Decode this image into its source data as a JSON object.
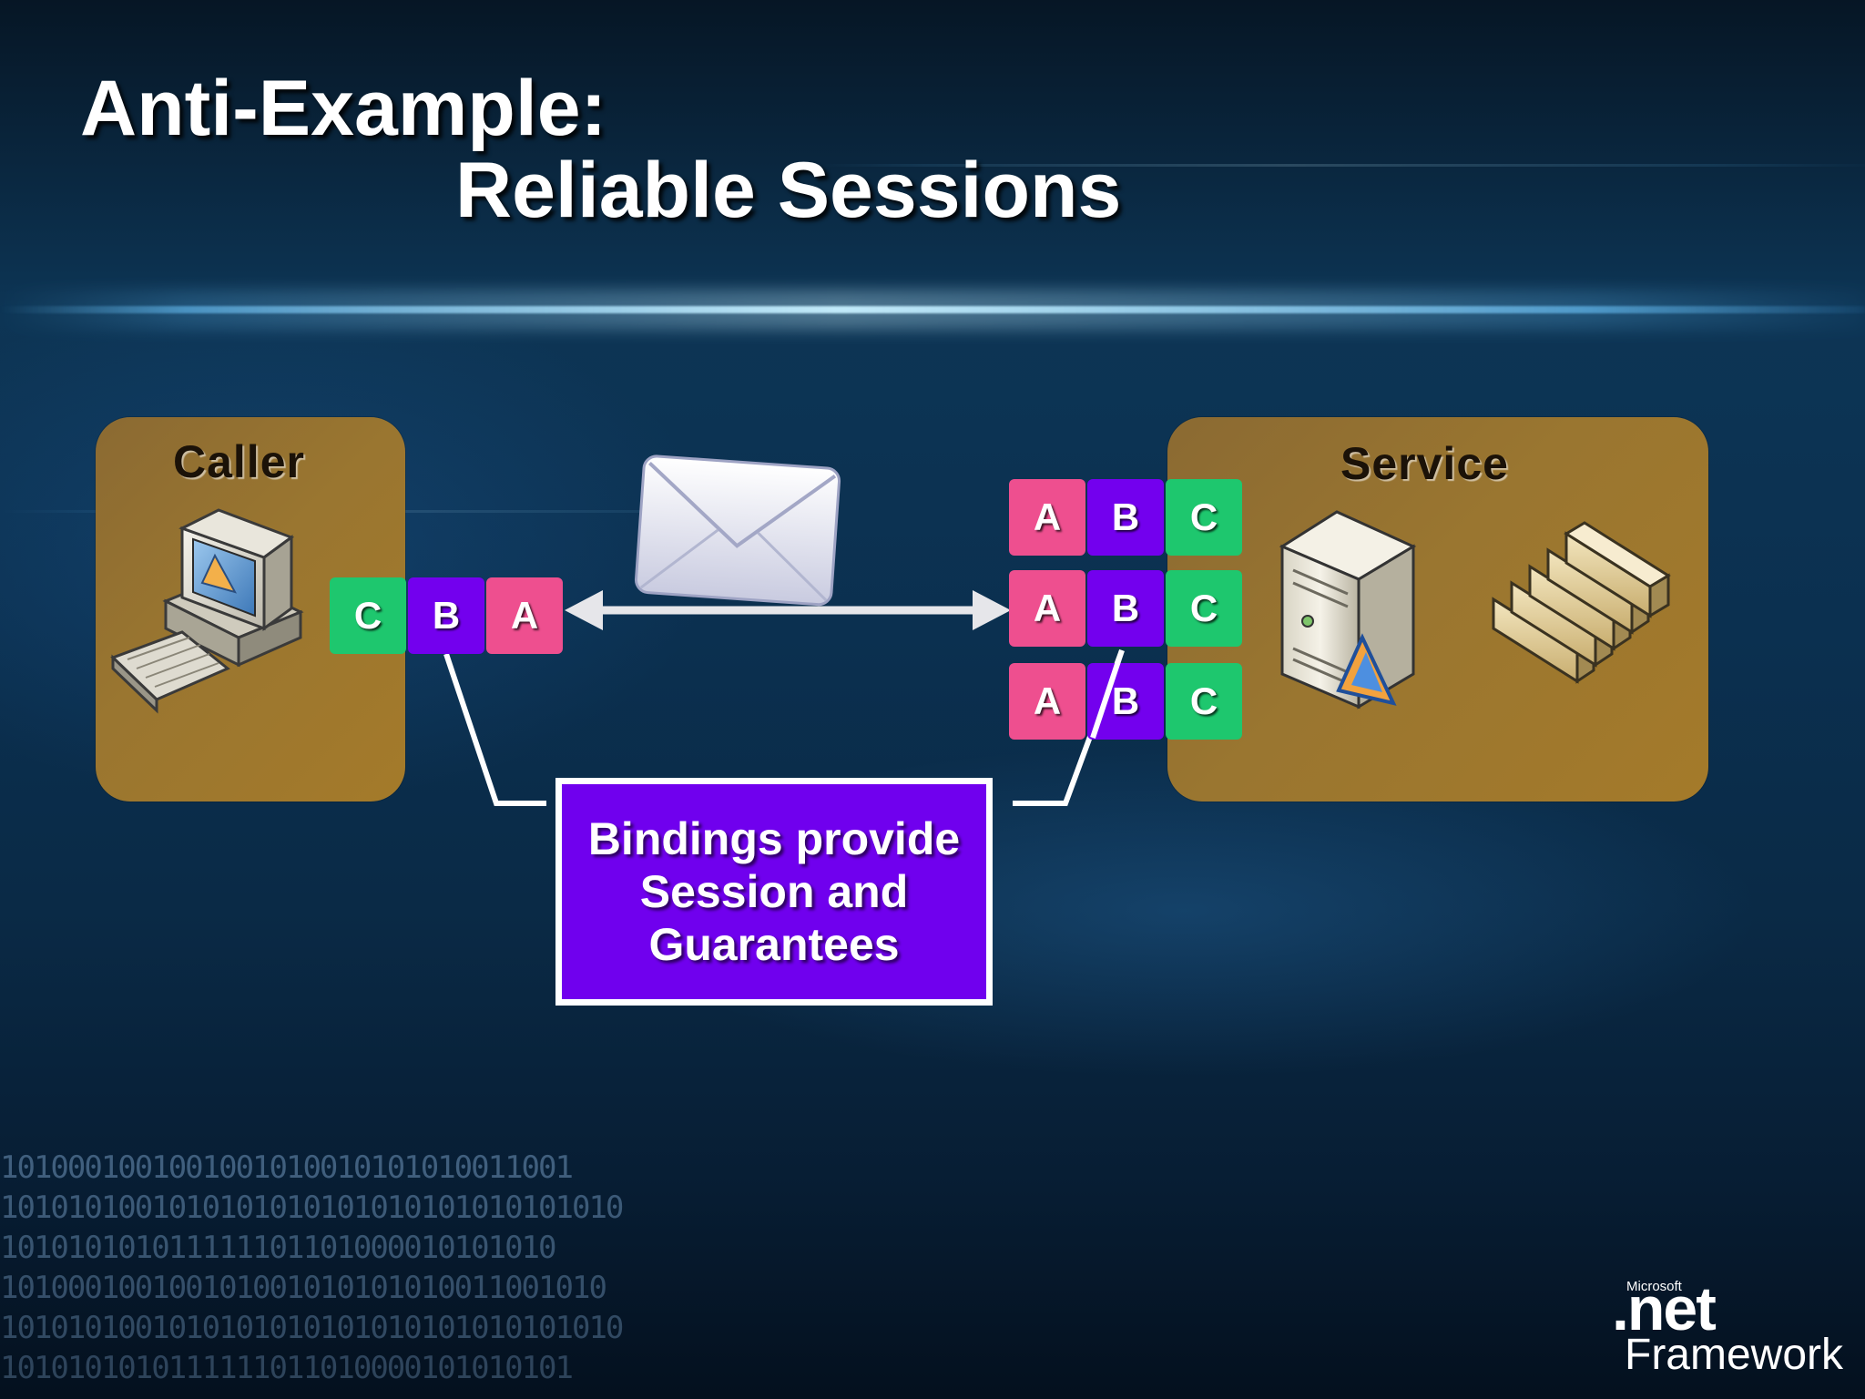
{
  "title": {
    "line1": "Anti-Example:",
    "line2": "Reliable Sessions"
  },
  "caller": {
    "label": "Caller"
  },
  "service": {
    "label": "Service"
  },
  "caller_queue": [
    "C",
    "B",
    "A"
  ],
  "service_queue": [
    [
      "A",
      "B",
      "C"
    ],
    [
      "A",
      "B",
      "C"
    ],
    [
      "A",
      "B",
      "C"
    ]
  ],
  "callout": {
    "text": "Bindings provide Session and Guarantees"
  },
  "colors": {
    "A": "#ee4f8f",
    "B": "#7300ee",
    "C": "#1ec76e",
    "panel": "#9a7630",
    "callout": "#7000ee"
  },
  "icons": [
    "desktop-computer-icon",
    "envelope-icon",
    "server-icon",
    "folders-icon"
  ],
  "binary_rows": [
    "1010001001001001010010101010011001",
    "1010101001010101010101010101010101010",
    "101010101011111101101000010101010",
    "101000100100101001010101010011001010",
    "1010101001010101010101010101010101010",
    "1010101010111111011010000101010101"
  ],
  "brand": {
    "microsoft": "Microsoft",
    "net": ".net",
    "framework": "Framework"
  }
}
